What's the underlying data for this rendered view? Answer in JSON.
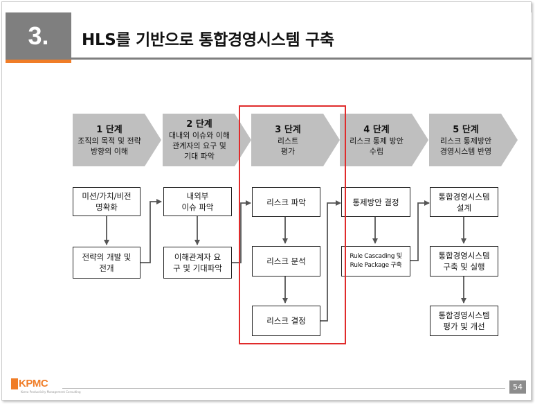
{
  "header": {
    "section_number": "3.",
    "title": "HLS를 기반으로 통합경영시스템 구축"
  },
  "stages": [
    {
      "title": "1 단계",
      "desc": "조직의 목적 및 전략\n방향의 이해"
    },
    {
      "title": "2 단계",
      "desc": "대내외 이슈와 이해\n관계자의 요구 및\n기대 파악"
    },
    {
      "title": "3 단계",
      "desc": "리스트\n평가"
    },
    {
      "title": "4 단계",
      "desc": "리스크 통제 방안\n수립"
    },
    {
      "title": "5 단계",
      "desc": "리스크 통제방안\n경영시스템 반영"
    }
  ],
  "boxes": {
    "s1_box1": "미션/가치/비전\n명확화",
    "s1_box2": "전략의 개발 및\n전개",
    "s2_box1": "내외부\n이슈 파악",
    "s2_box2": "이해관계자 요\n구 및 기대파악",
    "s3_box1": "리스크 파악",
    "s3_box2": "리스크 분석",
    "s3_box3": "리스크 결정",
    "s4_box1": "통제방안 결정",
    "s4_box2": "Rule Cascading 및\nRule Package 구축",
    "s5_box1": "통합경영시스템\n설계",
    "s5_box2": "통합경영시스템\n구축 및 실행",
    "s5_box3": "통합경영시스템\n평가 및 개선"
  },
  "footer": {
    "logo_text": "KPMC",
    "logo_tagline": "Korea Productivity Management Consulting",
    "page_number": "54"
  },
  "colors": {
    "stage_fill": "#bfbfbf",
    "header_gray": "#7f7f7f",
    "accent_orange": "#f07d28",
    "highlight_red": "#e02b2b"
  }
}
